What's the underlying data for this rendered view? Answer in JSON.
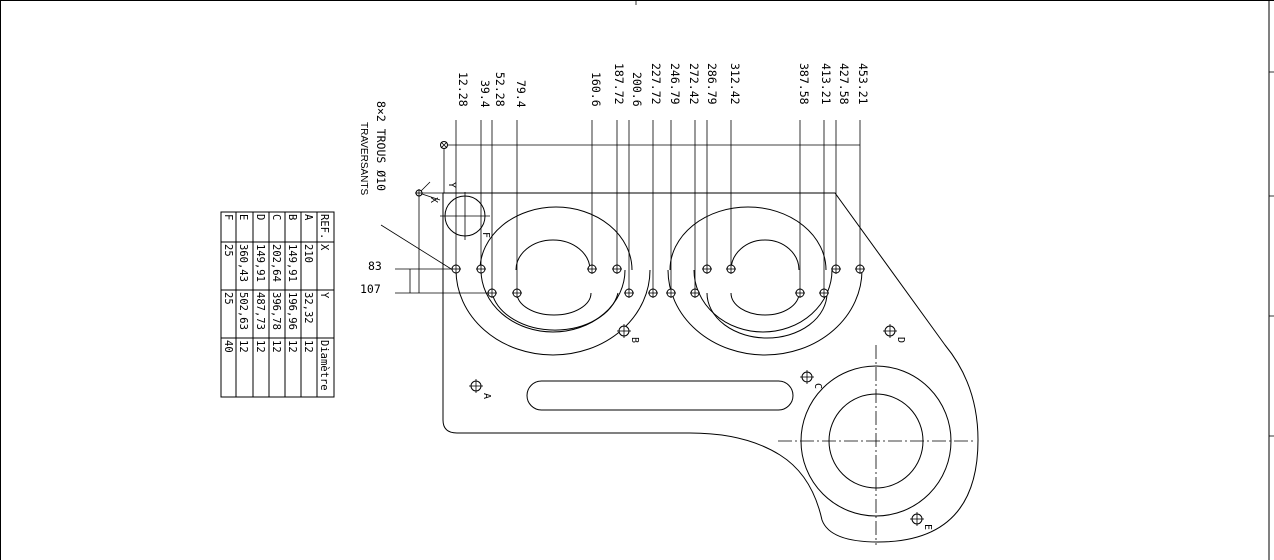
{
  "dimensions": {
    "top_values": [
      "12.28",
      "39.4",
      "52.28",
      "79.4",
      "160.6",
      "187.72",
      "200.6",
      "227.72",
      "246.79",
      "272.42",
      "286.79",
      "312.42",
      "387.58",
      "413.21",
      "427.58",
      "453.21"
    ],
    "side_values": [
      "83",
      "107"
    ]
  },
  "note": {
    "line1": "8×2 TROUS Ø10",
    "line2": "TRAVERSANTS"
  },
  "axis_labels": {
    "x": "X",
    "y": "Y"
  },
  "point_labels": {
    "A": "A",
    "B": "B",
    "C": "C",
    "D": "D",
    "E": "E",
    "F": "F"
  },
  "table": {
    "headers": [
      "REF.",
      "X",
      "Y",
      "Diamètre"
    ],
    "rows": [
      [
        "A",
        "210",
        "32,32",
        "12"
      ],
      [
        "B",
        "149,91",
        "196,96",
        "12"
      ],
      [
        "C",
        "202,64",
        "396,78",
        "12"
      ],
      [
        "D",
        "149,91",
        "487,73",
        "12"
      ],
      [
        "E",
        "360,43",
        "502,63",
        "12"
      ],
      [
        "F",
        "25",
        "25",
        "40"
      ]
    ]
  }
}
